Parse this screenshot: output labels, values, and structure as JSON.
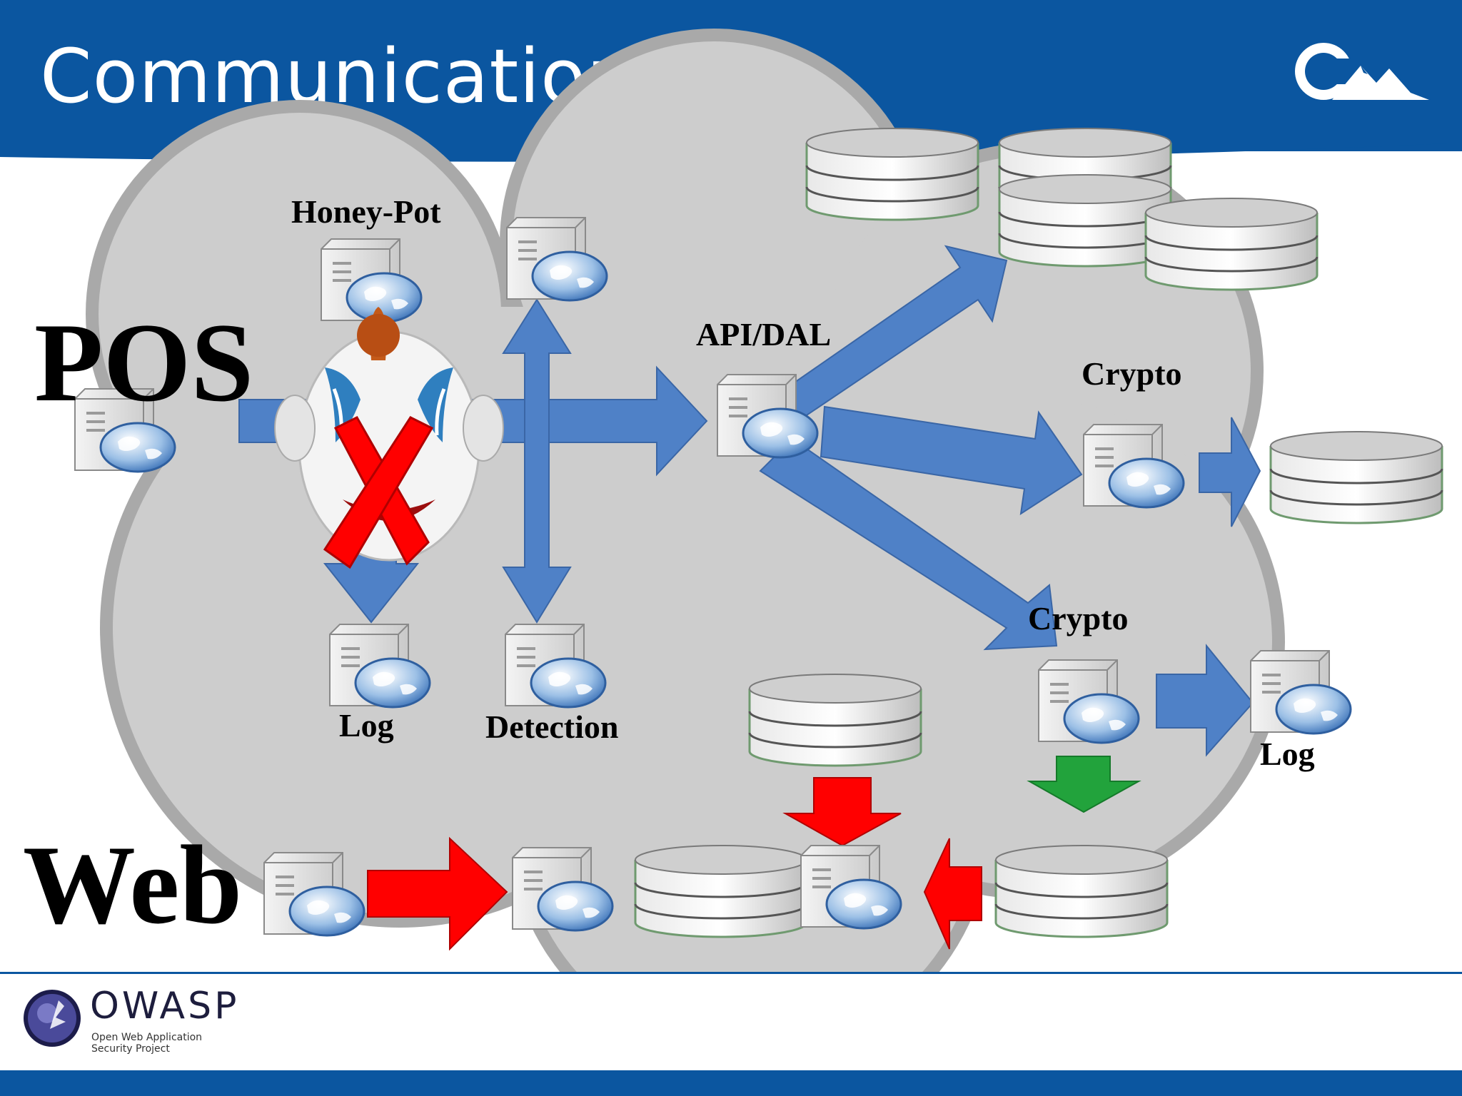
{
  "slide": {
    "title": "Communications"
  },
  "labels": {
    "pos": "POS",
    "web": "Web",
    "honey_pot": "Honey-Pot",
    "api_dal": "API/DAL",
    "crypto_upper": "Crypto",
    "crypto_lower": "Crypto",
    "log_left": "Log",
    "detection": "Detection",
    "log_right": "Log"
  },
  "footer": {
    "org_name": "OWASP",
    "org_tagline": "Open Web Application Security Project"
  },
  "colors": {
    "header_blue": "#0b56a0",
    "flow_blue": "#4f81c7",
    "attack_red": "#ff0000",
    "ok_green": "#1e9e3a",
    "cloud_gray": "#c8c8c8"
  },
  "icons": {
    "server": "server-globe-icon",
    "database": "database-icon",
    "attacker": "clown-mask-icon",
    "blocked": "red-x-icon"
  }
}
